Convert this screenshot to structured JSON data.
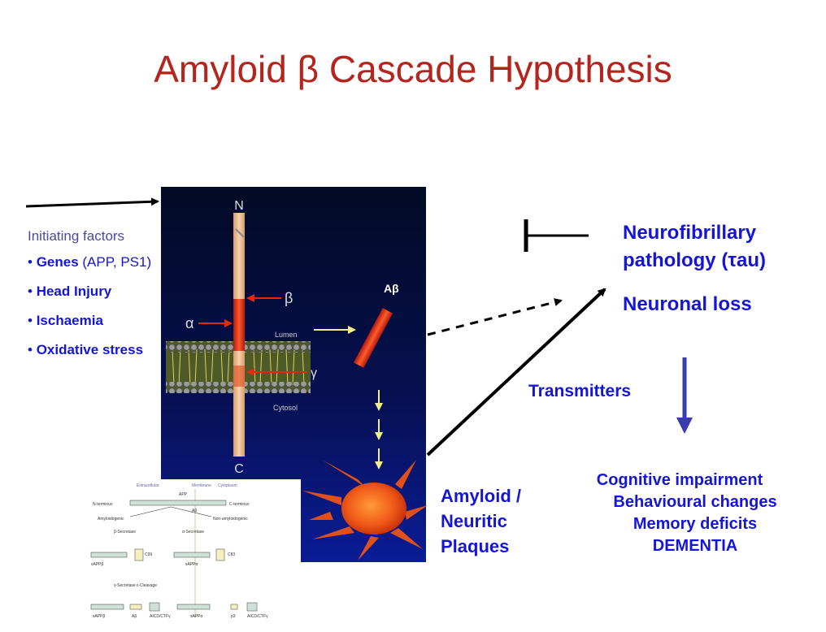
{
  "title": "Amyloid β Cascade Hypothesis",
  "initiating": {
    "header": "Initiating factors",
    "items": [
      {
        "bold": "Genes",
        "rest": " (APP, PS1)"
      },
      {
        "bold": "Head Injury",
        "rest": ""
      },
      {
        "bold": "Ischaemia",
        "rest": ""
      },
      {
        "bold": "Oxidative stress",
        "rest": ""
      }
    ],
    "bullet": "•"
  },
  "diagram": {
    "n_label": "N",
    "c_label": "C",
    "alpha": "α",
    "beta": "β",
    "gamma": "γ",
    "lumen": "Lumen",
    "cytosol": "Cytosol",
    "abeta": "Aβ"
  },
  "right": {
    "neurofibrillary": "Neurofibrillary pathology (τau)",
    "neurofibrillary_line1": "Neurofibrillary",
    "neurofibrillary_line2": "pathology (τau)",
    "neuronal_loss": "Neuronal loss",
    "transmitters": "Transmitters",
    "plaques_line1": "Amyloid /",
    "plaques_line2": "Neuritic",
    "plaques_line3": "Plaques"
  },
  "outcomes": [
    "Cognitive impairment",
    "Behavioural changes",
    "Memory deficits",
    "DEMENTIA"
  ],
  "inset": {
    "extracellular": "Extracellular",
    "membrane": "Membrane",
    "cytoplasm": "Cytoplasm",
    "app": "APP",
    "n_terminus": "N-terminus",
    "c_terminus": "C-terminus",
    "abeta": "Aβ",
    "amyloidogenic": "Amyloidogenic",
    "non_amyloidogenic": "Non-amyloidogenic",
    "beta_secretase": "β-Secretase",
    "alpha_secretase": "α-Secretase",
    "sappb": "sAPPβ",
    "c99": "C99",
    "sappa": "sAPPα",
    "c83": "C83",
    "gamma_secretase": "γ-Secretase",
    "epsilon_cleavage": "ε-Cleavage",
    "abeta2": "Aβ",
    "aicd": "AICD/CTFγ",
    "p3": "p3"
  },
  "colors": {
    "title": "#b3261e",
    "blue_text": "#1515d6",
    "panel_top": "#020a24",
    "panel_bottom": "#0a1a8a",
    "arrow_down": "#3a3ab0"
  }
}
